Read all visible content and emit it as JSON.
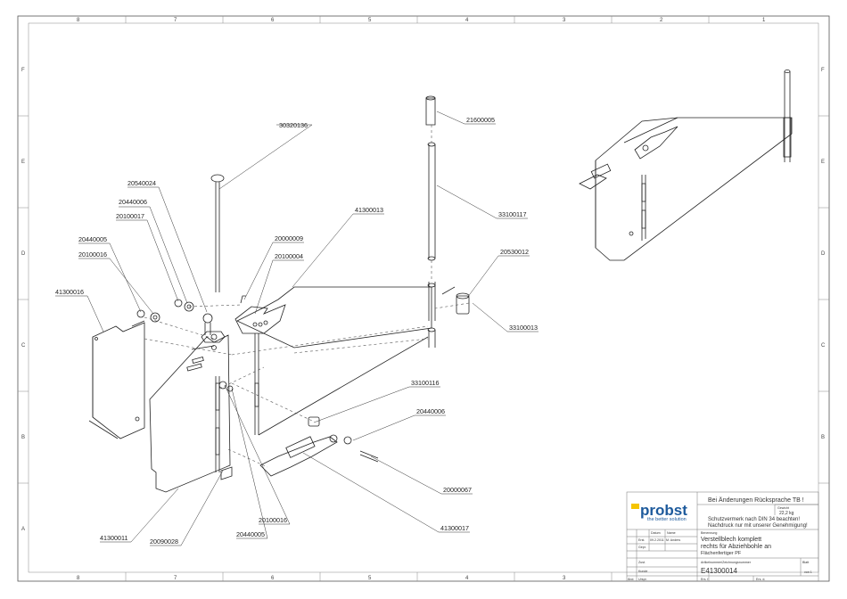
{
  "frame": {
    "columns": [
      "8",
      "7",
      "6",
      "5",
      "4",
      "3",
      "2",
      "1"
    ],
    "rows": [
      "F",
      "E",
      "D",
      "C",
      "B",
      "A"
    ]
  },
  "parts": {
    "p30320136": "30320136",
    "p20540024": "20540024",
    "p20440006a": "20440006",
    "p20100017": "20100017",
    "p20440005a": "20440005",
    "p20100016a": "20100016",
    "p41300016": "41300016",
    "p20000009": "20000009",
    "p20100004": "20100004",
    "p41300013": "41300013",
    "p21600005": "21600005",
    "p33100117": "33100117",
    "p20530012": "20530012",
    "p33100013": "33100013",
    "p33100116": "33100116",
    "p20440006b": "20440006",
    "p20000067": "20000067",
    "p41300017": "41300017",
    "p20100016b": "20100016",
    "p20440005b": "20440005",
    "p20090028": "20090028",
    "p41300011": "41300011"
  },
  "title_block": {
    "brand": "probst",
    "tagline": "the better solution",
    "notice": "Bei Änderungen Rücksprache TB !",
    "weight_label": "Gewicht",
    "weight": "22,2 kg",
    "protection_line1": "Schutzvermerk nach DIN 34 beachten!",
    "protection_line2": "Nachdruck nur mit unserer Genehmigung!",
    "col_date": "Datum",
    "col_name": "Name",
    "row_drawn": "Erst.",
    "drawn_date": "09.2.2011",
    "drawn_name": "M. Anders",
    "row_checked": "Gepr.",
    "desc_label": "Benennung",
    "title_line1": "Verstellblech komplett",
    "title_line2": "rechts für Abziehbohle an",
    "title_line3": "Flächenfertiger PF",
    "row_zust": "Zust.",
    "row_kunde": "Kunde",
    "row_norm": "Norm",
    "drawing_no_label": "Artikelnummer/Zeichnungsnummer",
    "drawing_no": "E41300014",
    "sheet_label": "Blatt",
    "sheet_of": "von 1",
    "foot_aend": "Änd.",
    "foot_urspr": "Urspr.",
    "foot_ers": "Ers. f.",
    "foot_ersd": "Ers. d."
  }
}
